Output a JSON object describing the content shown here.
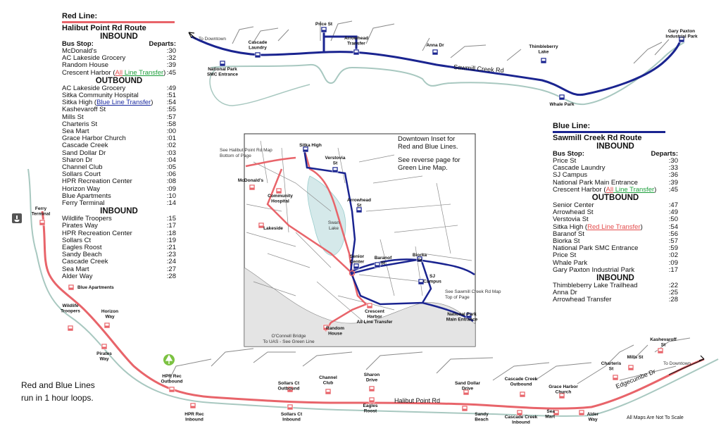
{
  "red_panel": {
    "line_name": "Red Line:",
    "route_name": "Halibut Point Rd Route",
    "color": "#e8646a",
    "stop_header": "Bus Stop:",
    "depart_header": "Departs:",
    "sections": [
      {
        "title": "INBOUND",
        "show_header": true,
        "rows": [
          {
            "stop": "McDonald's",
            "time": ":30"
          },
          {
            "stop": "AC Lakeside Grocery",
            "time": ":32"
          },
          {
            "stop": "Random House",
            "time": ":39"
          },
          {
            "stop": "Crescent Harbor (",
            "xfer_a": "All",
            "xfer_b": " Line Transfer",
            "tail": ")",
            "xfer_type": "all",
            "time": ":45"
          }
        ]
      },
      {
        "title": "OUTBOUND",
        "rows": [
          {
            "stop": "AC Lakeside Grocery",
            "time": ":49"
          },
          {
            "stop": "Sitka Community Hospital",
            "time": ":51"
          },
          {
            "stop": "Sitka High (",
            "xfer_a": "Blue Line Transfer",
            "tail": ")",
            "xfer_type": "blue",
            "time": ":54"
          },
          {
            "stop": "Kashevaroff St",
            "time": ":55"
          },
          {
            "stop": "Mills St",
            "time": ":57"
          },
          {
            "stop": "Charteris St",
            "time": ":58"
          },
          {
            "stop": "Sea Mart",
            "time": ":00"
          },
          {
            "stop": "Grace Harbor Church",
            "time": ":01"
          },
          {
            "stop": "Cascade Creek",
            "time": ":02"
          },
          {
            "stop": "Sand Dollar Dr",
            "time": ":03"
          },
          {
            "stop": "Sharon Dr",
            "time": ":04"
          },
          {
            "stop": "Channel Club",
            "time": ":05"
          },
          {
            "stop": "Sollars Court",
            "time": ":06"
          },
          {
            "stop": "HPR Recreation Center",
            "time": ":08"
          },
          {
            "stop": "Horizon Way",
            "time": ":09"
          },
          {
            "stop": "Blue Apartments",
            "time": ":10"
          },
          {
            "stop": "Ferry Terminal",
            "time": ":14"
          }
        ]
      },
      {
        "title": "INBOUND",
        "rows": [
          {
            "stop": "Wildlife Troopers",
            "time": ":15"
          },
          {
            "stop": "Pirates Way",
            "time": ":17"
          },
          {
            "stop": "HPR Recreation Center",
            "time": ":18"
          },
          {
            "stop": "Sollars Ct",
            "time": ":19"
          },
          {
            "stop": "Eagles Roost",
            "time": ":21"
          },
          {
            "stop": "Sandy Beach",
            "time": ":23"
          },
          {
            "stop": "Cascade Creek",
            "time": ":24"
          },
          {
            "stop": "Sea Mart",
            "time": ":27"
          },
          {
            "stop": "Alder Way",
            "time": ":28"
          }
        ]
      }
    ]
  },
  "blue_panel": {
    "line_name": "Blue Line:",
    "route_name": "Sawmill Creek Rd Route",
    "color": "#1a2490",
    "stop_header": "Bus Stop:",
    "depart_header": "Departs:",
    "sections": [
      {
        "title": "INBOUND",
        "show_header": true,
        "rows": [
          {
            "stop": "Price St",
            "time": ":30"
          },
          {
            "stop": "Cascade Laundry",
            "time": ":33"
          },
          {
            "stop": "SJ Campus",
            "time": ":36"
          },
          {
            "stop": "National Park Main Entrance",
            "time": ":39"
          },
          {
            "stop": "Crescent Harbor (",
            "xfer_a": "All",
            "xfer_b": " Line Transfer",
            "tail": ")",
            "xfer_type": "all",
            "time": ":45"
          }
        ]
      },
      {
        "title": "OUTBOUND",
        "rows": [
          {
            "stop": "Senior Center",
            "time": ":47"
          },
          {
            "stop": "Arrowhead St",
            "time": ":49"
          },
          {
            "stop": "Verstovia St",
            "time": ":50"
          },
          {
            "stop": "Sitka High (",
            "xfer_a": "Red Line Transfer",
            "tail": ")",
            "xfer_type": "red",
            "time": ":54"
          },
          {
            "stop": "Baranof St",
            "time": ":56"
          },
          {
            "stop": "Biorka St",
            "time": ":57"
          },
          {
            "stop": "National Park SMC Entrance",
            "time": ":59"
          },
          {
            "stop": "Price St",
            "time": ":02"
          },
          {
            "stop": "Whale Park",
            "time": ":09"
          },
          {
            "stop": "Gary Paxton Industrial Park",
            "time": ":17"
          }
        ]
      },
      {
        "title": "INBOUND",
        "rows": [
          {
            "stop": "Thimbleberry Lake Trailhead",
            "time": ":22"
          },
          {
            "stop": "Anna Dr",
            "time": ":25"
          },
          {
            "stop": "Arrowhead Transfer",
            "time": ":28"
          }
        ]
      }
    ]
  },
  "map": {
    "top_road": "Sawmill Creek Rd",
    "bottom_road": "Halibut Point Rd",
    "east_road": "Edgecumbe Dr",
    "to_downtown_top": "To Downtown",
    "to_downtown_bottom": "To Downtown",
    "blue_stops": [
      {
        "id": "price",
        "lines": [
          "Price St"
        ]
      },
      {
        "id": "cascade-laundry",
        "lines": [
          "Cascade",
          "Laundry"
        ]
      },
      {
        "id": "arrowhead-transfer",
        "lines": [
          "Arrowhead",
          "Transfer"
        ]
      },
      {
        "id": "anna",
        "lines": [
          "Anna Dr"
        ]
      },
      {
        "id": "thimbleberry",
        "lines": [
          "Thimbleberry",
          "Lake"
        ]
      },
      {
        "id": "gary-paxton",
        "lines": [
          "Gary Paxton",
          "Industrial Park"
        ]
      },
      {
        "id": "np-smc",
        "lines": [
          "National Park",
          "SMC Entrance"
        ]
      },
      {
        "id": "whale-park",
        "lines": [
          "Whale Park"
        ]
      }
    ],
    "red_stops": [
      {
        "id": "ferry",
        "lines": [
          "Ferry",
          "Terminal"
        ]
      },
      {
        "id": "blue-apts",
        "lines": [
          "Blue Apartments"
        ]
      },
      {
        "id": "wildlife",
        "lines": [
          "Wildlife",
          "Troopers"
        ]
      },
      {
        "id": "horizon",
        "lines": [
          "Horizon",
          "Way"
        ]
      },
      {
        "id": "pirates",
        "lines": [
          "Pirates",
          "Way"
        ]
      },
      {
        "id": "hpr-out",
        "lines": [
          "HPR Rec",
          "Outbound"
        ]
      },
      {
        "id": "hpr-in",
        "lines": [
          "HPR Rec",
          "Inbound"
        ]
      },
      {
        "id": "sollars-out",
        "lines": [
          "Sollars Ct",
          "Outbound"
        ]
      },
      {
        "id": "sollars-in",
        "lines": [
          "Sollars Ct",
          "Inbound"
        ]
      },
      {
        "id": "channel",
        "lines": [
          "Channel",
          "Club"
        ]
      },
      {
        "id": "sharon",
        "lines": [
          "Sharon",
          "Drive"
        ]
      },
      {
        "id": "eagles",
        "lines": [
          "Eagles",
          "Roost"
        ]
      },
      {
        "id": "sand-dollar",
        "lines": [
          "Sand Dollar",
          "Drive"
        ]
      },
      {
        "id": "sandy-beach",
        "lines": [
          "Sandy",
          "Beach"
        ]
      },
      {
        "id": "cascade-out",
        "lines": [
          "Cascade Creek",
          "Outbound"
        ]
      },
      {
        "id": "cascade-in",
        "lines": [
          "Cascade Creek",
          "Inbound"
        ]
      },
      {
        "id": "grace",
        "lines": [
          "Grace Harbor",
          "Church"
        ]
      },
      {
        "id": "sea-mart",
        "lines": [
          "Sea",
          "Mart"
        ]
      },
      {
        "id": "alder",
        "lines": [
          "Alder",
          "Way"
        ]
      },
      {
        "id": "charteris",
        "lines": [
          "Charteris",
          "St"
        ]
      },
      {
        "id": "mills",
        "lines": [
          "Mills St"
        ]
      },
      {
        "id": "kashevaroff",
        "lines": [
          "Kashevaroff",
          "St"
        ]
      }
    ],
    "inset": {
      "title_lines": [
        "Downtown Inset for",
        "Red and Blue Lines."
      ],
      "note_lines": [
        "See reverse page for",
        "Green Line Map."
      ],
      "see_halibut": [
        "See Halibut Point Rd Map",
        "Bottom of Page"
      ],
      "see_sawmill": [
        "See Sawmill Creek Rd Map",
        "Top of Page"
      ],
      "oconnell": [
        "O'Connell Bridge",
        "To UAS - See Green Line"
      ],
      "lake": [
        "Swan",
        "Lake"
      ],
      "stops": [
        {
          "id": "sitka-high",
          "lines": [
            "Sitka High"
          ]
        },
        {
          "id": "verstovia",
          "lines": [
            "Verstovia",
            "St"
          ]
        },
        {
          "id": "mcdonalds",
          "lines": [
            "McDonald's"
          ]
        },
        {
          "id": "hospital",
          "lines": [
            "Community",
            "Hospital"
          ]
        },
        {
          "id": "arrowhead-st",
          "lines": [
            "Arrowhead",
            "St"
          ]
        },
        {
          "id": "lakeside",
          "lines": [
            "Lakeside"
          ]
        },
        {
          "id": "senior",
          "lines": [
            "Senior",
            "Center"
          ]
        },
        {
          "id": "baranof",
          "lines": [
            "Baranof",
            "St"
          ]
        },
        {
          "id": "biorka",
          "lines": [
            "Biorka",
            "St"
          ]
        },
        {
          "id": "sj",
          "lines": [
            "SJ",
            "Campus"
          ]
        },
        {
          "id": "crescent",
          "lines": [
            "Crescent",
            "Harbor",
            "All Line Transfer"
          ]
        },
        {
          "id": "random",
          "lines": [
            "Random",
            "House"
          ]
        },
        {
          "id": "np-main",
          "lines": [
            "National Park",
            "Main Entrance"
          ]
        }
      ]
    }
  },
  "footer": {
    "loops_lines": [
      "Red and Blue Lines",
      "run in 1 hour loops."
    ],
    "scale_note": "All Maps Are Not To Scale"
  },
  "colors": {
    "red_line": "#e8646a",
    "blue_line": "#1a2490",
    "coast": "#a8c8c0",
    "road": "#7a7a7a",
    "land": "#ffffff"
  }
}
